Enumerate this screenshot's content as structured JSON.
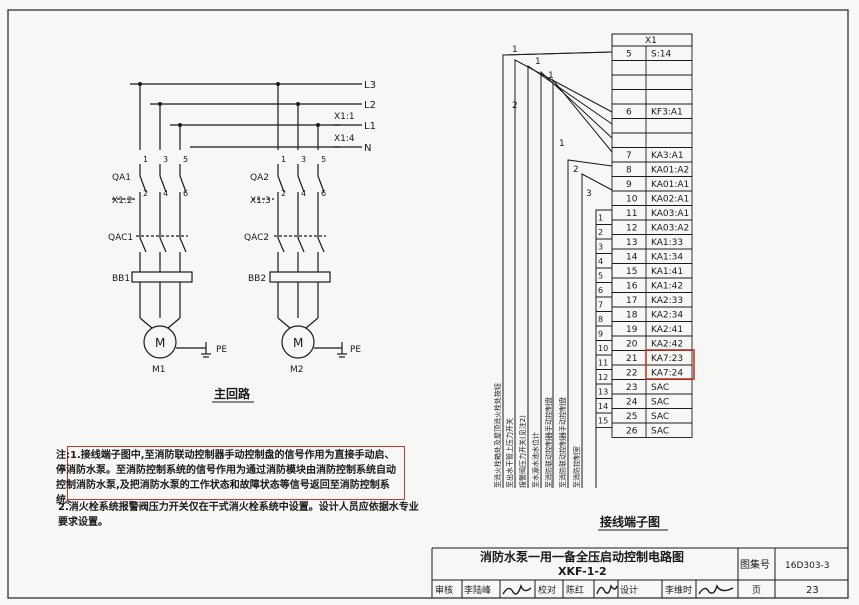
{
  "main_circuit": {
    "buses": [
      "L3",
      "L2",
      "L1",
      "N"
    ],
    "bus_taps": [
      "X1:1",
      "X1:4"
    ],
    "unit1": {
      "breaker": "QA1",
      "terminal": "X1:2",
      "contactor": "QAC1",
      "thermal": "BB1",
      "motor": "M",
      "motor_name": "M1",
      "earth": "PE",
      "pins_top": [
        "1",
        "3",
        "5"
      ],
      "pins_mid": [
        "2",
        "4",
        "6"
      ]
    },
    "unit2": {
      "breaker": "QA2",
      "terminal": "X1:3",
      "contactor": "QAC2",
      "thermal": "BB2",
      "motor": "M",
      "motor_name": "M2",
      "earth": "PE",
      "pins_top": [
        "1",
        "3",
        "5"
      ],
      "pins_mid": [
        "2",
        "4",
        "6"
      ]
    },
    "title": "主回路"
  },
  "terminal_block": {
    "header": "X1",
    "rows": [
      {
        "num": "5",
        "label": "S:14"
      },
      {
        "num": "",
        "label": ""
      },
      {
        "num": "",
        "label": ""
      },
      {
        "num": "",
        "label": ""
      },
      {
        "num": "6",
        "label": "KF3:A1"
      },
      {
        "num": "",
        "label": ""
      },
      {
        "num": "",
        "label": ""
      },
      {
        "num": "7",
        "label": "KA3:A1"
      },
      {
        "num": "8",
        "label": "KA01:A2"
      },
      {
        "num": "9",
        "label": "KA01:A1"
      },
      {
        "num": "10",
        "label": "KA02:A1"
      },
      {
        "num": "11",
        "label": "KA03:A1"
      },
      {
        "num": "12",
        "label": "KA03:A2"
      },
      {
        "num": "13",
        "label": "KA1:33"
      },
      {
        "num": "14",
        "label": "KA1:34"
      },
      {
        "num": "15",
        "label": "KA1:41"
      },
      {
        "num": "16",
        "label": "KA1:42"
      },
      {
        "num": "17",
        "label": "KA2:33"
      },
      {
        "num": "18",
        "label": "KA2:34"
      },
      {
        "num": "19",
        "label": "KA2:41"
      },
      {
        "num": "20",
        "label": "KA2:42"
      },
      {
        "num": "21",
        "label": "KA7:23"
      },
      {
        "num": "22",
        "label": "KA7:24"
      },
      {
        "num": "23",
        "label": "SAC"
      },
      {
        "num": "24",
        "label": "SAC"
      },
      {
        "num": "25",
        "label": "SAC"
      },
      {
        "num": "26",
        "label": "SAC"
      }
    ],
    "left_nums": [
      "1",
      "2",
      "3",
      "4",
      "5",
      "6",
      "7",
      "8",
      "9",
      "10",
      "11",
      "12",
      "13",
      "14",
      "15"
    ],
    "cable_nums": [
      "1",
      "2",
      "1",
      "1",
      "1",
      "2",
      "3"
    ],
    "vertical_labels": [
      "至消火栓箱处及屋顶消火栓处按钮",
      "至出水干管上压力开关",
      "报警阀压力开关(见注2)",
      "至水源水池水位计",
      "至消防联动控制器手动控制盘",
      "至消防联动控制器手动控制盘",
      "至消防控制室"
    ],
    "title": "接线端子图"
  },
  "notes": {
    "n1": "注:1.接线端子图中,至消防联动控制器手动控制盘的信号作用为直接手动启、停消防水泵。至消防控制系统的信号作用为通过消防模块由消防控制系统自动控制消防水泵,及把消防水泵的工作状态和故障状态等信号返回至消防控制系统。",
    "n2": "2.消火栓系统报警阀压力开关仅在干式消火栓系统中设置。设计人员应依据水专业要求设置。"
  },
  "title_block": {
    "title": "消防水泵一用一备全压启动控制电路图",
    "subtitle": "XKF-1-2",
    "atlas_label": "图集号",
    "atlas_no": "16D303-3",
    "review": "审核",
    "reviewer": "李陆峰",
    "check": "校对",
    "checker": "陈红",
    "design": "设计",
    "designer": "李维时",
    "page_label": "页",
    "page_no": "23"
  }
}
